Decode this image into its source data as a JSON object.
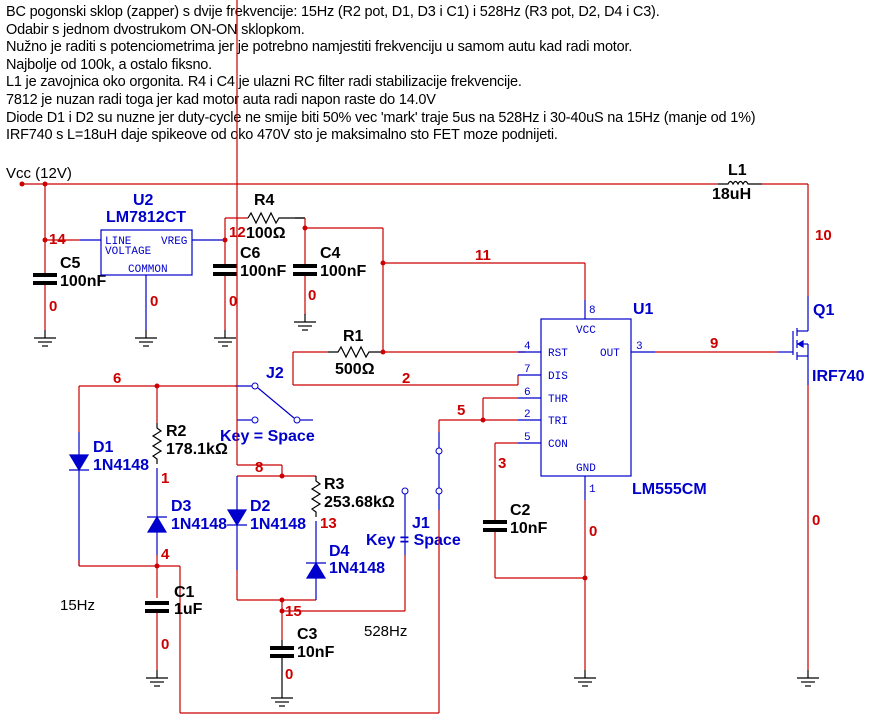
{
  "notes": [
    "BC pogonski sklop (zapper) s dvije frekvencije: 15Hz (R2 pot, D1, D3 i C1) i 528Hz (R3 pot, D2, D4 i C3).",
    "Odabir s jednom dvostrukom ON-ON sklopkom.",
    "Nužno je raditi s potenciometrima jer je potrebno namjestiti frekvenciju u samom autu kad radi motor.",
    "Najbolje od 100k, a ostalo fiksno.",
    "L1 je zavojnica oko orgonita. R4 i C4 je ulazni RC filter radi stabilizacije frekvencije.",
    "7812 je nuzan radi toga jer kad motor auta radi napon raste do 14.0V",
    "Diode D1 i D2 su nuzne jer duty-cycle ne smije biti 50% vec 'mark' traje 5us na 528Hz i 30-40uS na 15Hz (manje od 1%)",
    "IRF740 s L=18uH daje spikeove od oko 470V sto je maksimalno sto FET moze podnijeti."
  ],
  "supply": {
    "label": "Vcc (12V)"
  },
  "components": {
    "U2": {
      "ref": "U2",
      "part": "LM7812CT",
      "pins": {
        "in": "LINE",
        "in2": "VOLTAGE",
        "out": "VREG",
        "gnd": "COMMON"
      }
    },
    "U1": {
      "ref": "U1",
      "part": "LM555CM",
      "pins": {
        "vcc": "VCC",
        "rst": "RST",
        "dis": "DIS",
        "thr": "THR",
        "tri": "TRI",
        "con": "CON",
        "gnd": "GND",
        "out": "OUT"
      },
      "pin_numbers": {
        "vcc": "8",
        "rst": "4",
        "dis": "7",
        "thr": "6",
        "tri": "2",
        "con": "5",
        "gnd": "1",
        "out": "3"
      }
    },
    "Q1": {
      "ref": "Q1",
      "part": "IRF740"
    },
    "L1": {
      "ref": "L1",
      "value": "18uH"
    },
    "R1": {
      "ref": "R1",
      "value": "500Ω"
    },
    "R2": {
      "ref": "R2",
      "value": "178.1kΩ"
    },
    "R3": {
      "ref": "R3",
      "value": "253.68kΩ"
    },
    "R4": {
      "ref": "R4",
      "value": "100Ω"
    },
    "C1": {
      "ref": "C1",
      "value": "1uF"
    },
    "C2": {
      "ref": "C2",
      "value": "10nF"
    },
    "C3": {
      "ref": "C3",
      "value": "10nF"
    },
    "C4": {
      "ref": "C4",
      "value": "100nF"
    },
    "C5": {
      "ref": "C5",
      "value": "100nF"
    },
    "C6": {
      "ref": "C6",
      "value": "100nF"
    },
    "D1": {
      "ref": "D1",
      "part": "1N4148"
    },
    "D2": {
      "ref": "D2",
      "part": "1N4148"
    },
    "D3": {
      "ref": "D3",
      "part": "1N4148"
    },
    "D4": {
      "ref": "D4",
      "part": "1N4148"
    },
    "J1": {
      "ref": "J1",
      "key": "Key = Space"
    },
    "J2": {
      "ref": "J2",
      "key": "Key = Space"
    }
  },
  "nets": {
    "n0": "0",
    "n1": "1",
    "n2": "2",
    "n3": "3",
    "n4": "4",
    "n5": "5",
    "n6": "6",
    "n8": "8",
    "n9": "9",
    "n10": "10",
    "n11": "11",
    "n12": "12",
    "n13": "13",
    "n14": "14",
    "n15": "15"
  },
  "annotations": {
    "freq_low": "15Hz",
    "freq_high": "528Hz"
  },
  "colors": {
    "wire": "#cc0000",
    "component": "#0000cc",
    "passive": "#000000"
  }
}
